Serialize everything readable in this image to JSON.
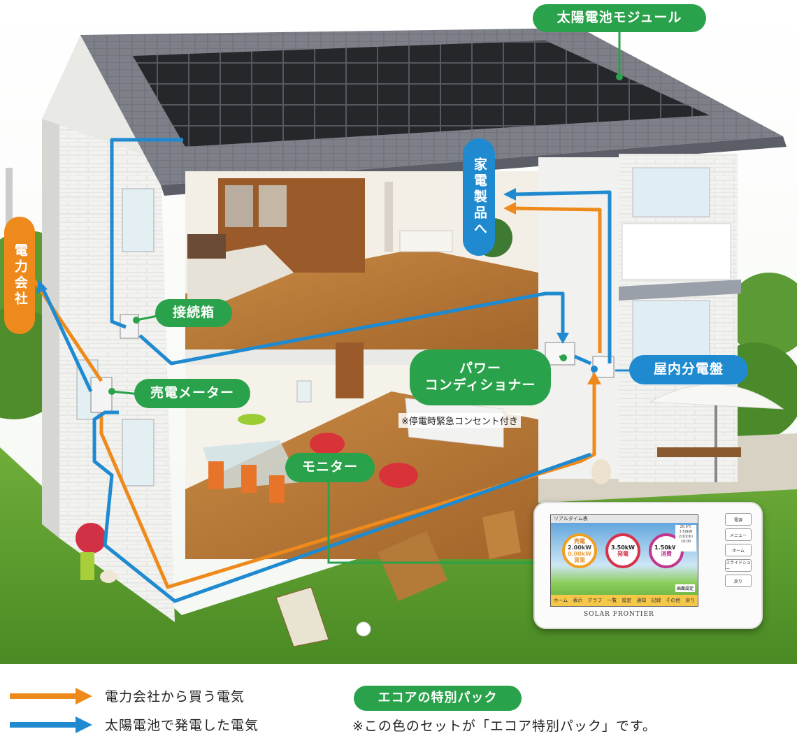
{
  "labels": {
    "solar_module": "太陽電池モジュール",
    "appliances": "家電製品へ",
    "power_company": "電力会社",
    "junction_box": "接続箱",
    "power_conditioner": "パワー\nコンディショナー",
    "power_conditioner_line1": "パワー",
    "power_conditioner_line2": "コンディショナー",
    "outlet_note": "※停電時緊急コンセント付き",
    "indoor_panel": "屋内分電盤",
    "sale_meter": "売電メーター",
    "monitor": "モニター"
  },
  "monitor": {
    "brand": "SOLAR FRONTIER",
    "screen_title": "リアルタイム表",
    "gauges": [
      {
        "label_top": "売電",
        "value": "2.00kW",
        "value2": "0.00kW",
        "label_bottom": "買電"
      },
      {
        "value": "3.50kW",
        "label_bottom": "発電"
      },
      {
        "value": "1.50kW",
        "label_bottom": "消費"
      }
    ],
    "side_info": [
      "20.0℃",
      "3.50kW",
      "2/10(水)",
      "10:00"
    ],
    "screen_badge": "画面設定",
    "bar_items": [
      "ホーム",
      "表示",
      "グラフ",
      "一覧",
      "設定",
      "通知",
      "記録",
      "その他",
      "戻り"
    ],
    "buttons": [
      "電源",
      "メニュー",
      "ホーム",
      "スライドショー",
      "戻り"
    ]
  },
  "legend": {
    "buy_electricity": "電力会社から買う電気",
    "solar_electricity": "太陽電池で発電した電気",
    "eco_pack_label": "エコアの特別パック",
    "eco_pack_note": "※この色のセットが「エコア特別パック」です。"
  },
  "colors": {
    "green": "#2aa24b",
    "blue": "#1f8ad0",
    "orange": "#ee8a1c",
    "grid_buy_arrow": "#ee8a1c",
    "solar_arrow": "#1f8ad0"
  }
}
